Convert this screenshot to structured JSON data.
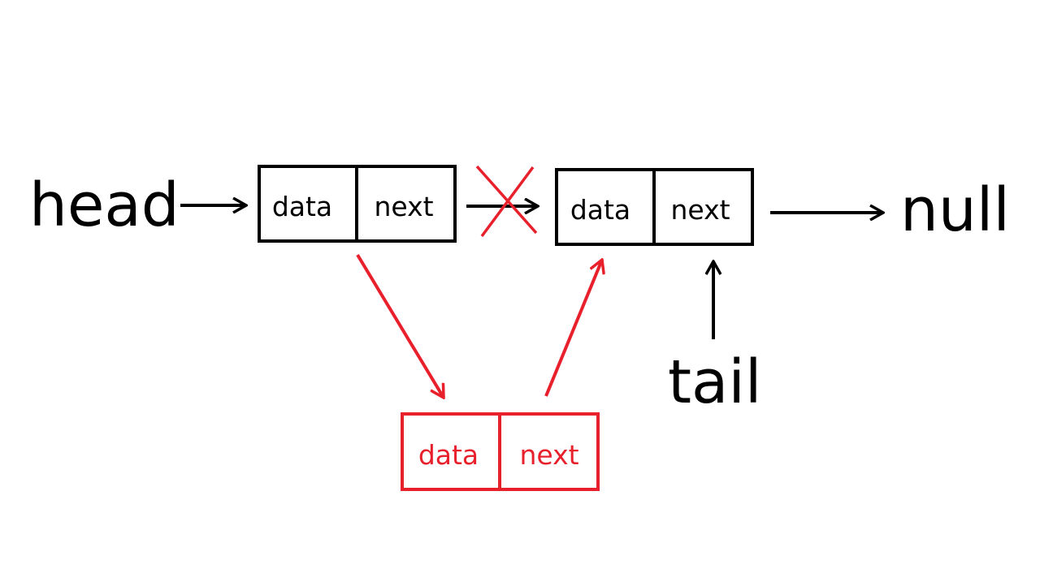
{
  "colors": {
    "ink": "#000000",
    "highlight": "#e8202c",
    "background": "#ffffff"
  },
  "labels": {
    "head": "head",
    "null": "null",
    "tail": "tail"
  },
  "nodes": {
    "first": {
      "data": "data",
      "next": "next"
    },
    "second": {
      "data": "data",
      "next": "next"
    },
    "inserted": {
      "data": "data",
      "next": "next"
    }
  }
}
